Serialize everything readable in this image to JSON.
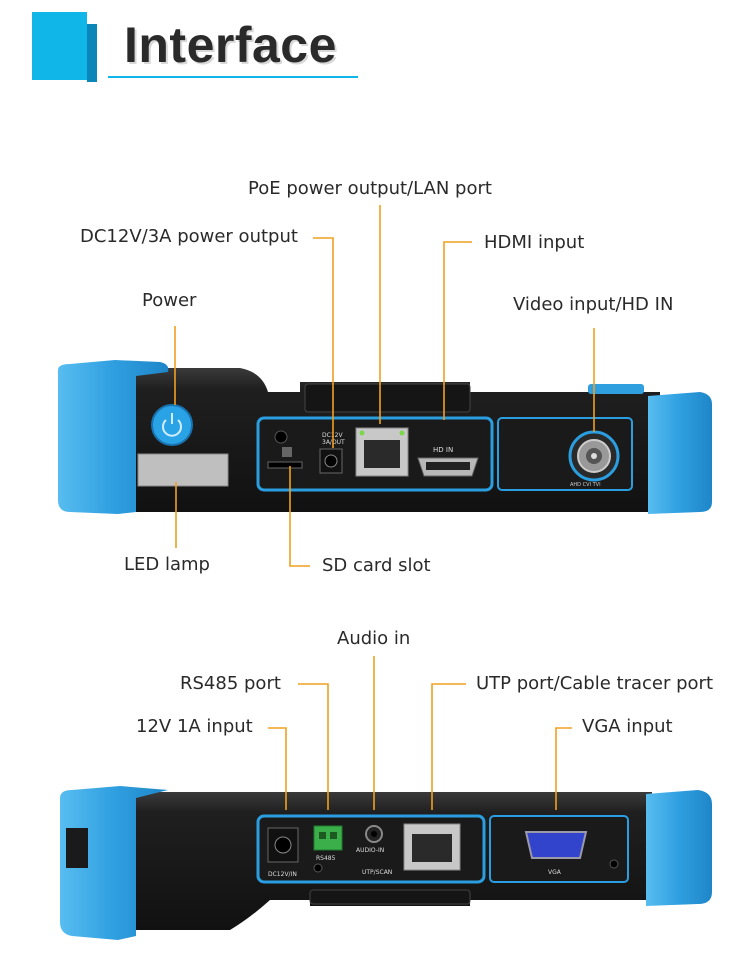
{
  "heading": {
    "title": "Interface"
  },
  "top_view": {
    "labels": {
      "poe": "PoE power output/LAN port",
      "dc": "DC12V/3A power output",
      "hdmi": "HDMI input",
      "power": "Power",
      "video": "Video input/HD IN",
      "led": "LED lamp",
      "sd": "SD card slot"
    },
    "panel_text": {
      "dc12v": "DC12V",
      "dc_out": "3A/OUT",
      "hd_in": "HD IN",
      "ahd": "AHD CVI TVI"
    }
  },
  "bottom_view": {
    "labels": {
      "audio": "Audio in",
      "rs485": "RS485 port",
      "utp": "UTP port/Cable tracer port",
      "input12v": "12V 1A input",
      "vga": "VGA input"
    },
    "panel_text": {
      "dc12v_in": "DC12V/IN",
      "rs485": "RS485",
      "audio_in": "AUDIO-IN",
      "utp_scan": "UTP/SCAN",
      "vga": "VGA"
    }
  },
  "colors": {
    "accent": "#10b6e8",
    "bumper": "#3aa6e0",
    "body": "#1c1c1c",
    "leader": "#f0a020"
  }
}
